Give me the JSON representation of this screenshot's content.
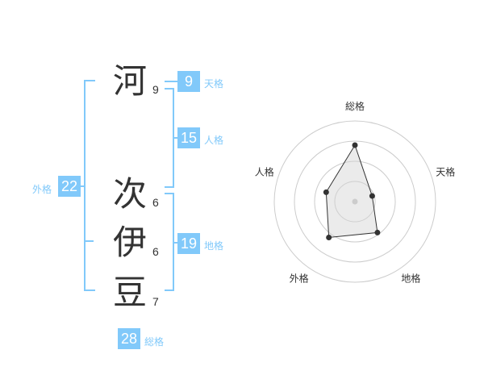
{
  "name": {
    "chars": [
      "河",
      "次",
      "伊",
      "豆"
    ],
    "strokes": [
      "9",
      "6",
      "6",
      "7"
    ]
  },
  "grid": {
    "tenkaku": {
      "value": "9",
      "label": "天格"
    },
    "jinkaku": {
      "value": "15",
      "label": "人格"
    },
    "chikaku": {
      "value": "19",
      "label": "地格"
    },
    "gaikaku": {
      "value": "22",
      "label": "外格"
    },
    "soukaku": {
      "value": "28",
      "label": "総格"
    }
  },
  "colors": {
    "accent": "#81c9fa",
    "text": "#333333",
    "ring": "#cccccc"
  },
  "chart_data": {
    "type": "radar",
    "axes": [
      "総格",
      "天格",
      "地格",
      "外格",
      "人格"
    ],
    "values": [
      28,
      9,
      19,
      22,
      15
    ],
    "ring_count": 4,
    "ring_color": "#cccccc"
  }
}
